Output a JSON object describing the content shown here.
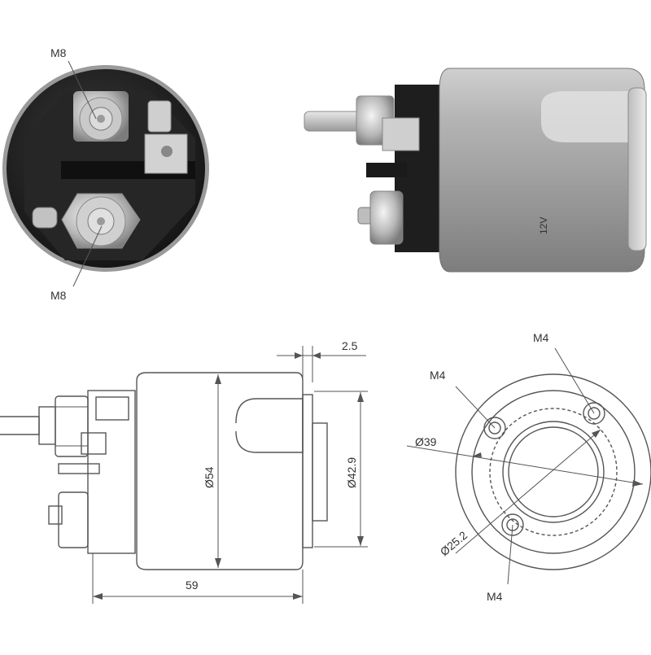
{
  "photo_end": {
    "top_label": "M8",
    "bottom_label": "M8"
  },
  "photo_side": {
    "body_marking": "12V"
  },
  "side_drawing": {
    "flange_dim": "2.5",
    "body_diameter": "Ø54",
    "flange_diameter": "Ø42.9",
    "length": "59"
  },
  "end_drawing": {
    "hole_top_right": "M4",
    "hole_left": "M4",
    "hole_bottom": "M4",
    "bolt_circle": "Ø39",
    "bore_diameter": "Ø25.2"
  },
  "colors": {
    "line": "#555555",
    "housing_dark": "#1c1c1c",
    "housing_mid": "#3a3a3a",
    "metal_light": "#e6e6e6",
    "metal_mid": "#bdbdbd",
    "metal_dark": "#8a8a8a"
  }
}
